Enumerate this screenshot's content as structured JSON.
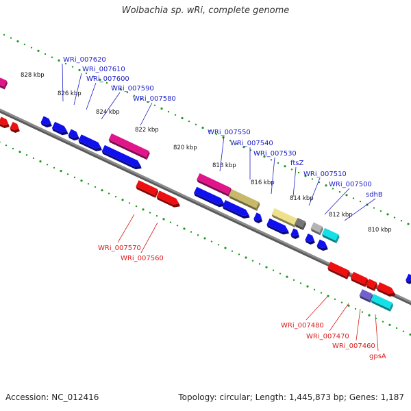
{
  "title": "Wolbachia sp. wRi, complete genome",
  "footer": {
    "accession": "Accession: NC_012416",
    "topology": "Topology: circular; Length: 1,445,873 bp; Genes: 1,187"
  },
  "colors": {
    "backbone": "#8c8c8c",
    "ruler_dots": "#1a9c1a",
    "label_plus": "#1c1cc8",
    "label_minus": "#d81c1c",
    "gene_blue": "#1010ee",
    "gene_red": "#ee1010",
    "gene_magenta": "#e0158a",
    "gene_khaki": "#c8b86a",
    "gene_yellow": "#efe08c",
    "gene_gray": "#777777",
    "gene_lightgray": "#b4b4b4",
    "gene_cyan": "#14e0e8",
    "gene_slate": "#7062cc"
  },
  "kbp_ticks": [
    "828 kbp",
    "826 kbp",
    "824 kbp",
    "822 kbp",
    "820 kbp",
    "818 kbp",
    "816 kbp",
    "814 kbp",
    "812 kbp",
    "810 kbp"
  ],
  "plus_labels": [
    "WRi_007620",
    "WRi_007610",
    "WRi_007600",
    "WRi_007590",
    "WRi_007580",
    "WRi_007550",
    "WRi_007540",
    "WRi_007530",
    "ftsZ",
    "WRi_007510",
    "WRi_007500",
    "sdhB"
  ],
  "minus_labels": [
    "WRi_007570",
    "WRi_007560",
    "WRi_007480",
    "WRi_007470",
    "WRi_007460",
    "gpsA"
  ]
}
